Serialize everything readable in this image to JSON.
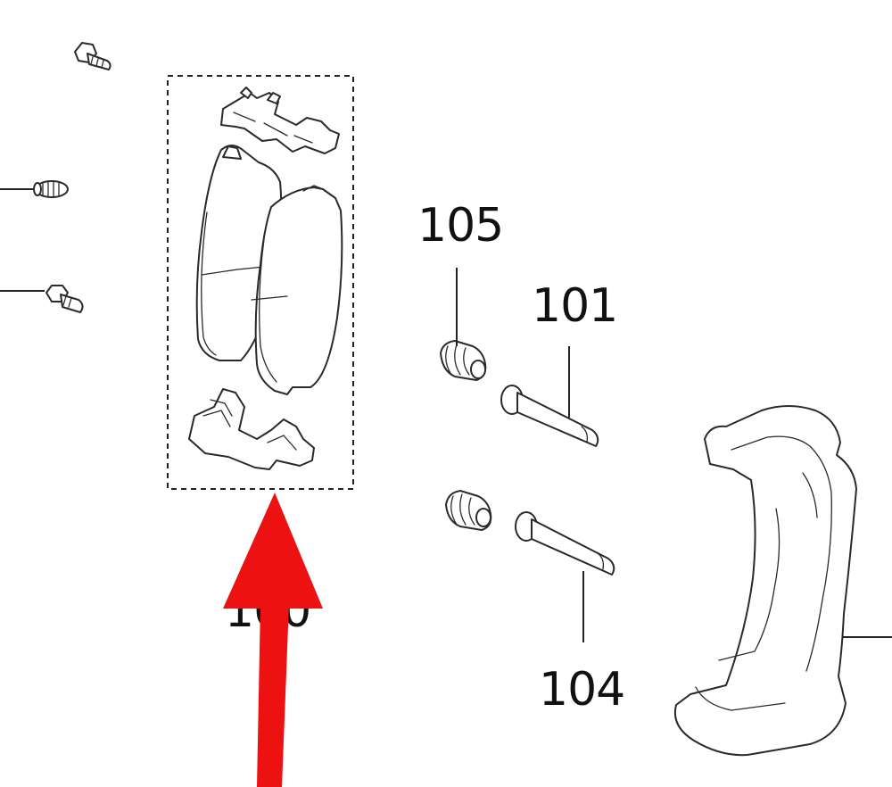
{
  "diagram": {
    "labels": {
      "pad_kit": "100",
      "caliper_bushing": "105",
      "slide_pin_upper": "101",
      "slide_pin_lower": "104"
    },
    "colors": {
      "arrow": "#ee1111",
      "line": "#222222",
      "background": "#ffffff"
    },
    "icons": [
      "bolt-icon",
      "bleeder-screw-icon",
      "anti-squeal-shim-icon",
      "brake-pad-icon",
      "pad-clip-icon",
      "dust-boot-icon",
      "slide-pin-icon",
      "caliper-bracket-icon",
      "pointer-arrow-icon"
    ]
  }
}
